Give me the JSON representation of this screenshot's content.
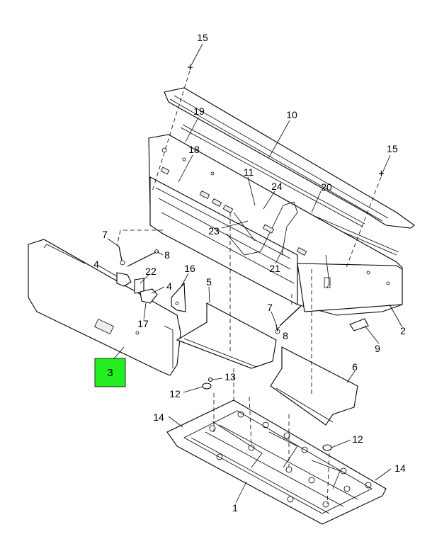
{
  "callouts": {
    "c1": "1",
    "c2": "2",
    "c3": "3",
    "c4a": "4",
    "c4b": "4",
    "c5": "5",
    "c6": "6",
    "c7a": "7",
    "c7b": "7",
    "c8a": "8",
    "c8b": "8",
    "c9": "9",
    "c10": "10",
    "c11": "11",
    "c12a": "12",
    "c12b": "12",
    "c13": "13",
    "c14a": "14",
    "c14b": "14",
    "c15a": "15",
    "c15b": "15",
    "c16": "16",
    "c17": "17",
    "c18": "18",
    "c19": "19",
    "c20": "20",
    "c21": "21",
    "c22": "22",
    "c23": "23",
    "c24": "24"
  },
  "highlight": {
    "color": "#22ee22"
  }
}
